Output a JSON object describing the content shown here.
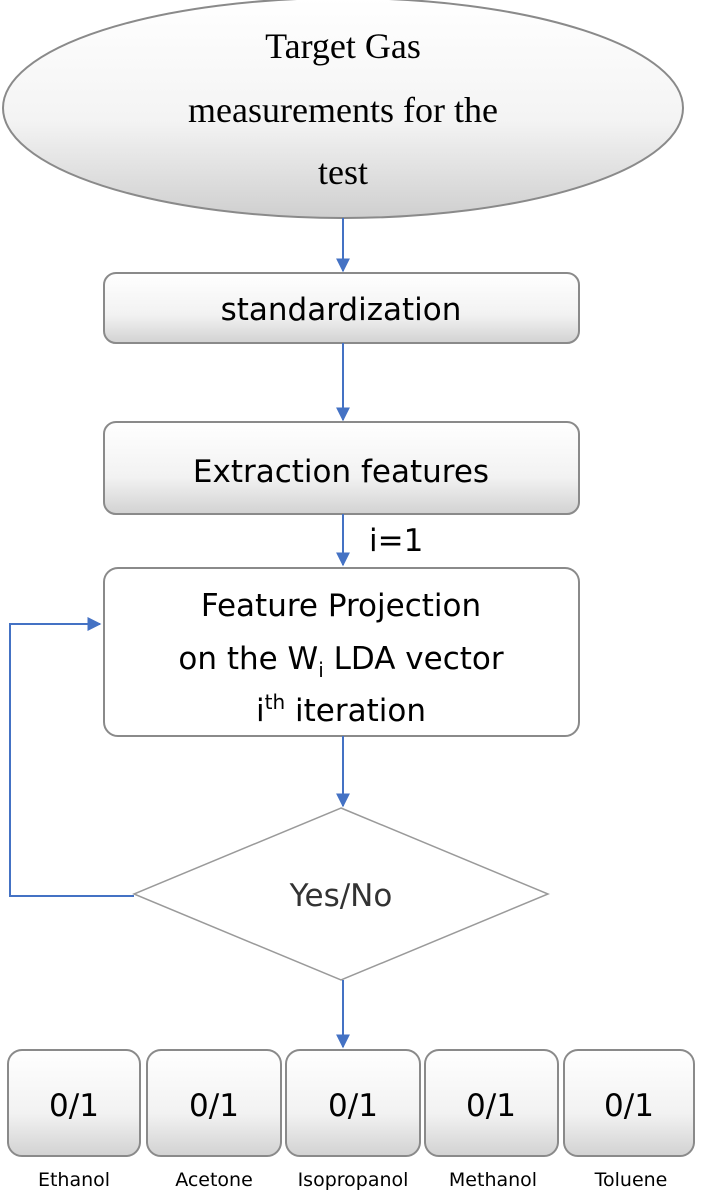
{
  "start": {
    "lines": [
      "Target Gas",
      "measurements for the",
      "test"
    ]
  },
  "step1": {
    "label": "standardization"
  },
  "step2": {
    "label": "Extraction features"
  },
  "counter": {
    "label": "i=1"
  },
  "projection": {
    "line1": "Feature Projection",
    "line2_pre": "on the W",
    "line2_sub": "i",
    "line2_post": " LDA vector",
    "line3_pre": "i",
    "line3_sup": "th",
    "line3_post": " iteration"
  },
  "decision": {
    "label": "Yes/No"
  },
  "outputs": [
    {
      "value": "0/1",
      "name": "Ethanol"
    },
    {
      "value": "0/1",
      "name": "Acetone"
    },
    {
      "value": "0/1",
      "name": "Isopropanol"
    },
    {
      "value": "0/1",
      "name": "Methanol"
    },
    {
      "value": "0/1",
      "name": "Toluene"
    }
  ],
  "colors": {
    "arrow": "#4472C4",
    "border": "#7f7f7f",
    "fill_top": "#ffffff",
    "fill_bottom": "#d6d6d6"
  }
}
